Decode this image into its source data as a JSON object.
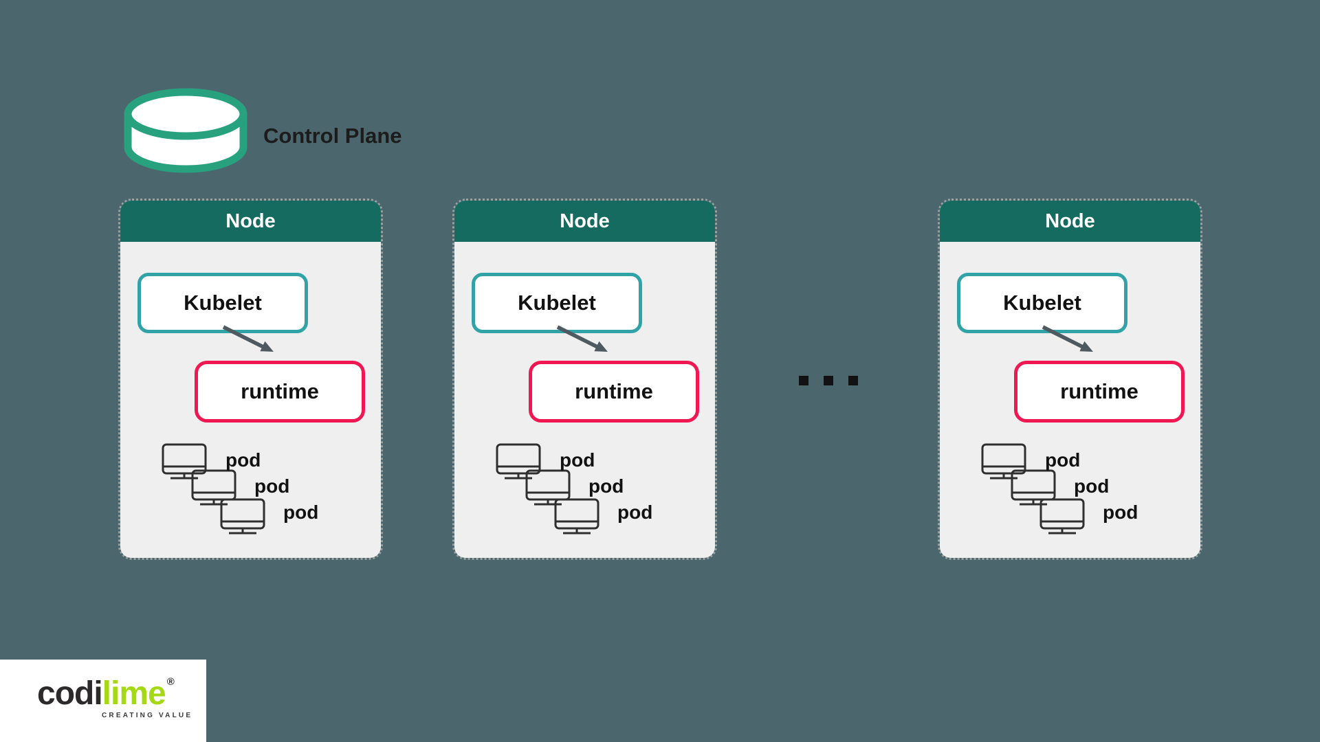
{
  "colors": {
    "background": "#4c666e",
    "node_header": "#156b60",
    "node_body": "#efefef",
    "kubelet_border": "#31a3a6",
    "runtime_border": "#ef1852",
    "arrow": "#4e5a5f",
    "cylinder_green": "#27a17e",
    "pod_icon_stroke": "#2f2f2f",
    "logo_accent": "#a5d916"
  },
  "control_plane": {
    "label": "Control Plane"
  },
  "nodes": [
    {
      "title": "Node",
      "kubelet": "Kubelet",
      "runtime": "runtime",
      "pods": [
        "pod",
        "pod",
        "pod"
      ]
    },
    {
      "title": "Node",
      "kubelet": "Kubelet",
      "runtime": "runtime",
      "pods": [
        "pod",
        "pod",
        "pod"
      ]
    },
    {
      "title": "Node",
      "kubelet": "Kubelet",
      "runtime": "runtime",
      "pods": [
        "pod",
        "pod",
        "pod"
      ]
    }
  ],
  "logo": {
    "brand_prefix": "codi",
    "brand_suffix": "lime",
    "registered_mark": "®",
    "tagline": "CREATING VALUE"
  }
}
